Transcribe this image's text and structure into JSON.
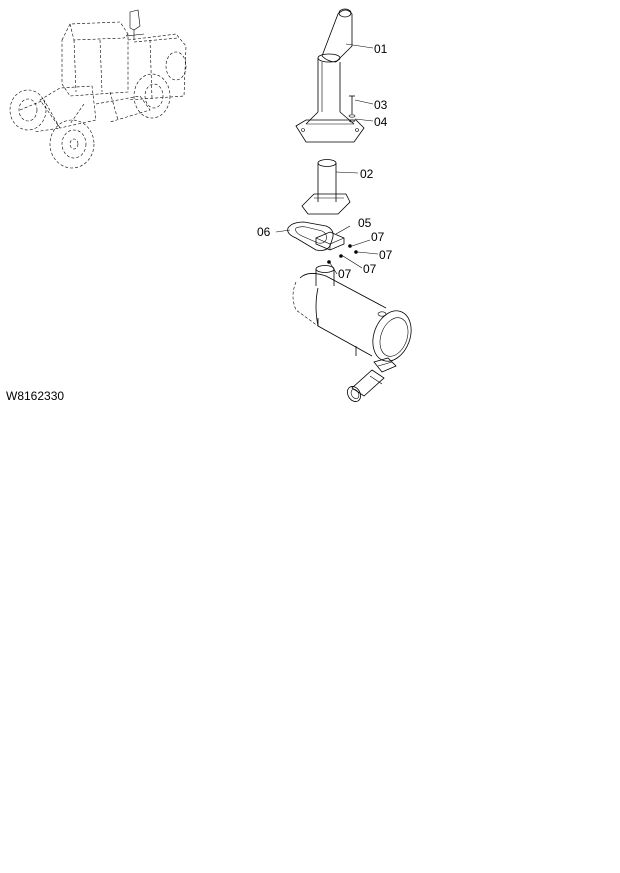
{
  "document_id": "W8162330",
  "callouts": [
    {
      "key": "c01",
      "text": "01"
    },
    {
      "key": "c02",
      "text": "02"
    },
    {
      "key": "c03",
      "text": "03"
    },
    {
      "key": "c04",
      "text": "04"
    },
    {
      "key": "c05",
      "text": "05"
    },
    {
      "key": "c06",
      "text": "06"
    },
    {
      "key": "c07a",
      "text": "07"
    },
    {
      "key": "c07b",
      "text": "07"
    },
    {
      "key": "c07c",
      "text": "07"
    },
    {
      "key": "c07d",
      "text": "07"
    }
  ]
}
